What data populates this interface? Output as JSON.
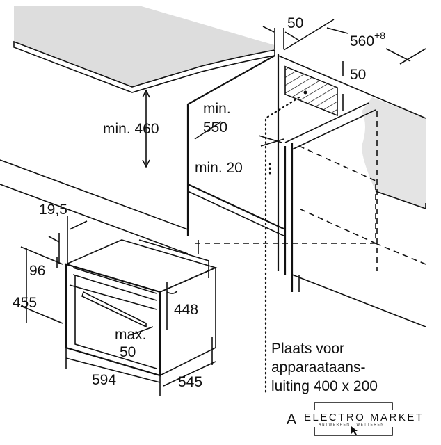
{
  "dimensions": {
    "top_gap": "50",
    "niche_width": "560",
    "niche_width_tolerance": "+8",
    "vent_height": "50",
    "min_depth_line1": "min.",
    "min_depth_line2": "550",
    "min_height": "min. 460",
    "min_gap": "min. 20",
    "front_offset": "19,5",
    "top_offset": "96",
    "appliance_height": "455",
    "inner_height": "448",
    "max_line1": "max.",
    "max_line2": "50",
    "appliance_width": "594",
    "appliance_depth": "545"
  },
  "note": {
    "line1": "Plaats voor",
    "line2": "apparaataans-",
    "line3": "luiting 400 x 200"
  },
  "footer_letter": "A",
  "watermark": {
    "brand": "ELECTRO MARKET",
    "sub": "ANTWERPEN · WETTEREN"
  }
}
